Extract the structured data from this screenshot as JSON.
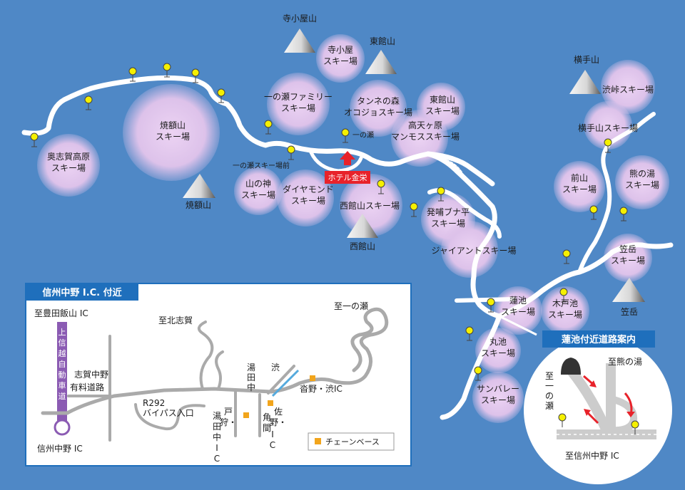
{
  "map": {
    "ski_areas": [
      {
        "id": "okushiga",
        "lines": [
          "奥志賀高原",
          "スキー場"
        ]
      },
      {
        "id": "yakebitai",
        "lines": [
          "焼額山",
          "スキー場"
        ]
      },
      {
        "id": "terakoya",
        "lines": [
          "寺小屋",
          "スキー場"
        ]
      },
      {
        "id": "ichinose-family",
        "lines": [
          "一の瀬ファミリー",
          "スキー場"
        ]
      },
      {
        "id": "tannenomori",
        "lines": [
          "タンネの森",
          "オコジョスキー場"
        ]
      },
      {
        "id": "higashidateyama",
        "lines": [
          "東館山",
          "スキー場"
        ]
      },
      {
        "id": "takamagahara",
        "lines": [
          "高天ヶ原",
          "マンモススキー場"
        ]
      },
      {
        "id": "yamanokami",
        "lines": [
          "山の神",
          "スキー場"
        ]
      },
      {
        "id": "diamond",
        "lines": [
          "ダイヤモンド",
          "スキー場"
        ]
      },
      {
        "id": "nishidateyama",
        "lines": [
          "西館山スキー場"
        ]
      },
      {
        "id": "hoppo-bunadaira",
        "lines": [
          "発哺ブナ平",
          "スキー場"
        ]
      },
      {
        "id": "giant",
        "lines": [
          "ジャイアントスキー場"
        ]
      },
      {
        "id": "shibutoge",
        "lines": [
          "渋峠スキー場"
        ]
      },
      {
        "id": "yokoteyama",
        "lines": [
          "横手山スキー場"
        ]
      },
      {
        "id": "maeyama",
        "lines": [
          "前山",
          "スキー場"
        ]
      },
      {
        "id": "kumanoyu",
        "lines": [
          "熊の湯",
          "スキー場"
        ]
      },
      {
        "id": "kasadake",
        "lines": [
          "笠岳",
          "スキー場"
        ]
      },
      {
        "id": "hasuike",
        "lines": [
          "蓮池",
          "スキー場"
        ]
      },
      {
        "id": "kidoike",
        "lines": [
          "木戸池",
          "スキー場"
        ]
      },
      {
        "id": "maruike",
        "lines": [
          "丸池",
          "スキー場"
        ]
      },
      {
        "id": "sunvalley",
        "lines": [
          "サンバレー",
          "スキー場"
        ]
      }
    ],
    "mountains": [
      {
        "id": "terakoyayama",
        "label": "寺小屋山"
      },
      {
        "id": "higashidateyama-mtn",
        "label": "東館山"
      },
      {
        "id": "yokoteyama-mtn",
        "label": "横手山"
      },
      {
        "id": "yakebitaiyama",
        "label": "焼額山"
      },
      {
        "id": "nishidateyama-mtn",
        "label": "西館山"
      },
      {
        "id": "kasadake-mtn",
        "label": "笠岳"
      }
    ],
    "bus_stop_labels": {
      "ichinose": "一の瀬",
      "ichinose_ski_mae": "一の瀬スキー場前"
    },
    "hotel": "ホテル金栄"
  },
  "inset_ic": {
    "title": "信州中野 I.C. 付近",
    "labels": {
      "to_toyota": "至豊田飯山 IC",
      "expressway": "上信越自動車道",
      "toll_road": [
        "志賀中野",
        "有料道路"
      ],
      "to_kitashiga": "至北志賀",
      "r292": [
        "R292",
        "バイパス入口"
      ],
      "yudanaka_top": [
        "湯",
        "田",
        "中"
      ],
      "shibu": "渋",
      "to_ichinose": "至一の瀬",
      "kanno_shibu": "沓野・渋IC",
      "todoku_yudanaka": [
        "戸",
        "狩・",
        "湯",
        "田",
        "中",
        "I",
        "C"
      ],
      "kakuma_sano": [
        "角",
        "間",
        "佐",
        "野・",
        "I",
        "C"
      ],
      "shinshu_nakano_ic": "信州中野 IC",
      "legend": "チェーンベース"
    }
  },
  "inset_hasuike": {
    "title": "蓮池付近道路案内",
    "labels": {
      "to_kumanoyu": "至熊の湯",
      "to_ichinose": "至一の瀬",
      "to_shinshu": "至信州中野 IC"
    }
  },
  "colors": {
    "sea": "#4f88c6",
    "road": "#ffffff",
    "ski": "#e2c9ec",
    "inset_blue": "#1f6fbc",
    "arrow": "#e8222a",
    "stop": "#f5f000",
    "chain": "#f2a51c",
    "expressway": "#8b5bb3"
  }
}
